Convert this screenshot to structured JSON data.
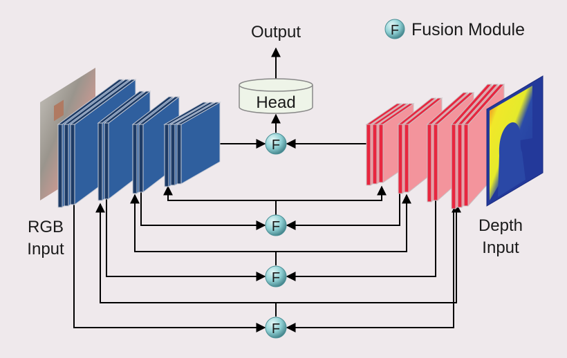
{
  "title": "RGB-D fusion network architecture",
  "labels": {
    "output": "Output",
    "head": "Head",
    "legend": "Fusion Module",
    "fusion_symbol": "F",
    "rgb_input_line1": "RGB",
    "rgb_input_line2": "Input",
    "depth_input_line1": "Depth",
    "depth_input_line2": "Input"
  },
  "colors": {
    "background": "#efe9ec",
    "rgb_encoder": "#2f5f9e",
    "rgb_encoder_dark": "#1d3b66",
    "depth_encoder": "#f3949c",
    "depth_encoder_stripe": "#e8263f",
    "fusion_node": "#8fd0d4",
    "head_fill": "#eef4e8",
    "arrow": "#000000"
  },
  "structure": {
    "rgb_stages": 4,
    "depth_stages": 4,
    "fusion_modules": 4
  }
}
